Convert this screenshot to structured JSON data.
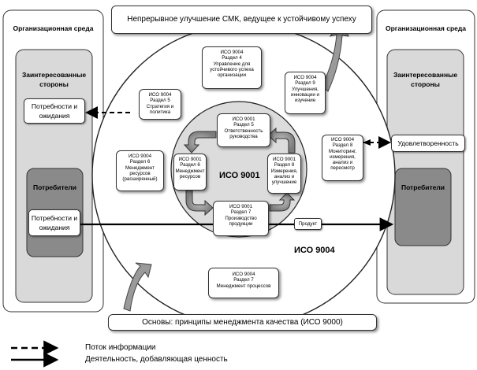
{
  "env_left": {
    "title": "Организационная среда",
    "stakeholders": "Заинтересованные стороны",
    "needs": "Потребности и ожидания",
    "customers": "Потребители",
    "customer_needs": "Потребности и ожидания"
  },
  "env_right": {
    "title": "Организационная среда",
    "stakeholders": "Заинтересованные стороны",
    "satisfaction": "Удовлетворенность",
    "customers": "Потребители"
  },
  "top_banner": "Непрерывное улучшение СМК, ведущее к устойчивому успеху",
  "bottom_banner": "Основы: принципы менеджмента качества (ИСО 9000)",
  "outer_circle_label": "ИСО 9004",
  "inner_circle_label": "ИСО 9001",
  "product_label": "Продукт",
  "iso9004_sections": {
    "s4": [
      "ИСО 9004",
      "Раздел 4",
      "Управление для",
      "устойчивого успеха",
      "организации"
    ],
    "s9": [
      "ИСО 9004",
      "Раздел 9",
      "Улучшения,",
      "инновации и",
      "изучение"
    ],
    "s5": [
      "ИСО 9004",
      "Раздел 5",
      "Стратегия и",
      "политика"
    ],
    "s8": [
      "ИСО 9004",
      "Раздел 8",
      "Мониторинг,",
      "измерения,",
      "анализ и",
      "пересмотр"
    ],
    "s6": [
      "ИСО 9004",
      "Раздел 6",
      "Менеджмент",
      "ресурсов",
      "(расширенный)"
    ],
    "s7": [
      "ИСО 9004",
      "Раздел 7",
      "Менеджмент процессов"
    ]
  },
  "iso9001_sections": {
    "s5": [
      "ИСО 9001",
      "Раздел 5",
      "Ответственность",
      "руководства"
    ],
    "s6": [
      "ИСО 9001",
      "Раздел 6",
      "Менеджмент",
      "ресурсов"
    ],
    "s8": [
      "ИСО 9001",
      "Раздел 8",
      "Измерения,",
      "анализ и",
      "улучшение"
    ],
    "s7": [
      "ИСО 9001",
      "Раздел 7",
      "Производство",
      "продукции"
    ]
  },
  "legend": {
    "info_flow": "Поток информации",
    "value_activity": "Деятельность, добавляющая ценность"
  }
}
